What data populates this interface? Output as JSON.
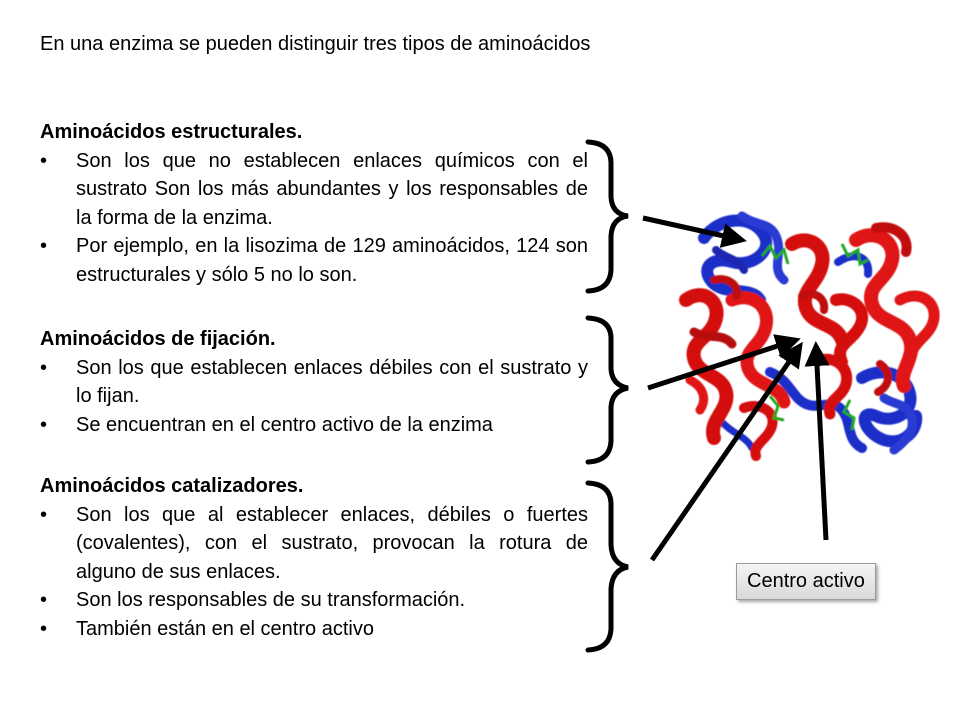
{
  "slide": {
    "title": "En una enzima se pueden distinguir tres tipos de aminoácidos"
  },
  "blocks": [
    {
      "heading": "Aminoácidos estructurales.",
      "bullets": [
        "Son los que no establecen enlaces químicos con el sustrato Son los más abundantes y los responsables de la forma de la enzima.",
        "Por ejemplo, en la lisozima de 129 aminoácidos, 124 son estructurales y sólo 5 no lo son."
      ]
    },
    {
      "heading": "Aminoácidos de fijación.",
      "bullets": [
        "Son los que establecen enlaces débiles con el sustrato y lo fijan.",
        "Se encuentran en el centro activo de la enzima"
      ]
    },
    {
      "heading": "Aminoácidos catalizadores.",
      "bullets": [
        "Son los que al establecer enlaces, débiles o fuertes (covalentes), con el sustrato, provocan la rotura de alguno de sus enlaces.",
        "Son los responsables de su transformación.",
        "También están en el centro activo"
      ]
    }
  ],
  "bullet_symbol": "•",
  "callout": {
    "label": "Centro activo"
  },
  "colors": {
    "protein_red": "#d40f0f",
    "protein_blue": "#1f2fc8",
    "ligand_green": "#22a822",
    "arrow": "#000000"
  }
}
